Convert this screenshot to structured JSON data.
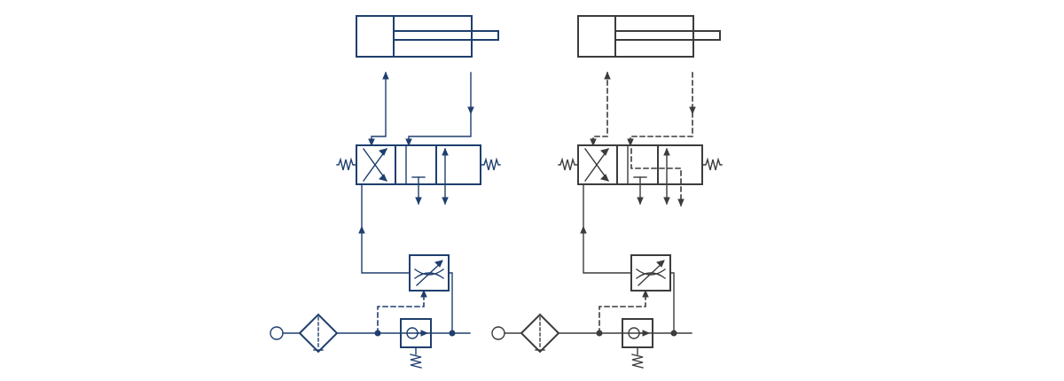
{
  "diagrams": [
    {
      "id": "left-circuit",
      "color": "#1f3f6e",
      "pilot_line": "dashed",
      "cylinder_lines": "solid"
    },
    {
      "id": "right-circuit",
      "color": "#3c3c3c",
      "pilot_line": "dashed",
      "cylinder_lines": "dashed"
    }
  ],
  "symbols": [
    "double-acting-cylinder",
    "5-2-directional-valve",
    "spring-return",
    "flow-control-valve",
    "check-valve",
    "filter",
    "pressure-source"
  ]
}
